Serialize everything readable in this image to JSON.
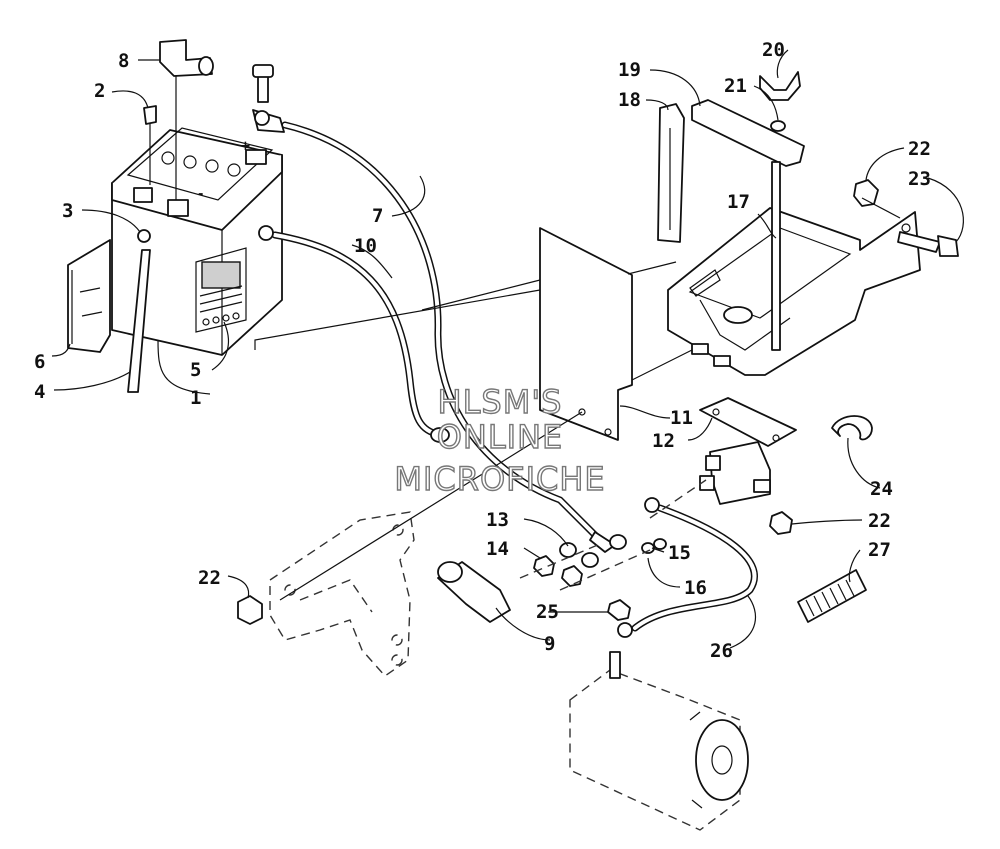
{
  "diagram": {
    "watermark_lines": [
      "HLSM'S",
      "ONLINE",
      "MICROFICHE"
    ],
    "battery_terminal_signs": {
      "negative": "-",
      "positive": "+"
    },
    "callouts": [
      {
        "id": "c1",
        "label": "1"
      },
      {
        "id": "c2",
        "label": "2"
      },
      {
        "id": "c3",
        "label": "3"
      },
      {
        "id": "c4",
        "label": "4"
      },
      {
        "id": "c5",
        "label": "5"
      },
      {
        "id": "c6",
        "label": "6"
      },
      {
        "id": "c7",
        "label": "7"
      },
      {
        "id": "c8",
        "label": "8"
      },
      {
        "id": "c9",
        "label": "9"
      },
      {
        "id": "c10",
        "label": "10"
      },
      {
        "id": "c11",
        "label": "11"
      },
      {
        "id": "c12",
        "label": "12"
      },
      {
        "id": "c13",
        "label": "13"
      },
      {
        "id": "c14",
        "label": "14"
      },
      {
        "id": "c15",
        "label": "15"
      },
      {
        "id": "c16",
        "label": "16"
      },
      {
        "id": "c17",
        "label": "17"
      },
      {
        "id": "c18",
        "label": "18"
      },
      {
        "id": "c19",
        "label": "19"
      },
      {
        "id": "c20",
        "label": "20"
      },
      {
        "id": "c21",
        "label": "21"
      },
      {
        "id": "c22a",
        "label": "22"
      },
      {
        "id": "c23",
        "label": "23"
      },
      {
        "id": "c22b",
        "label": "22"
      },
      {
        "id": "c24",
        "label": "24"
      },
      {
        "id": "c22c",
        "label": "22"
      },
      {
        "id": "c27",
        "label": "27"
      },
      {
        "id": "c25",
        "label": "25"
      },
      {
        "id": "c26",
        "label": "26"
      }
    ]
  }
}
